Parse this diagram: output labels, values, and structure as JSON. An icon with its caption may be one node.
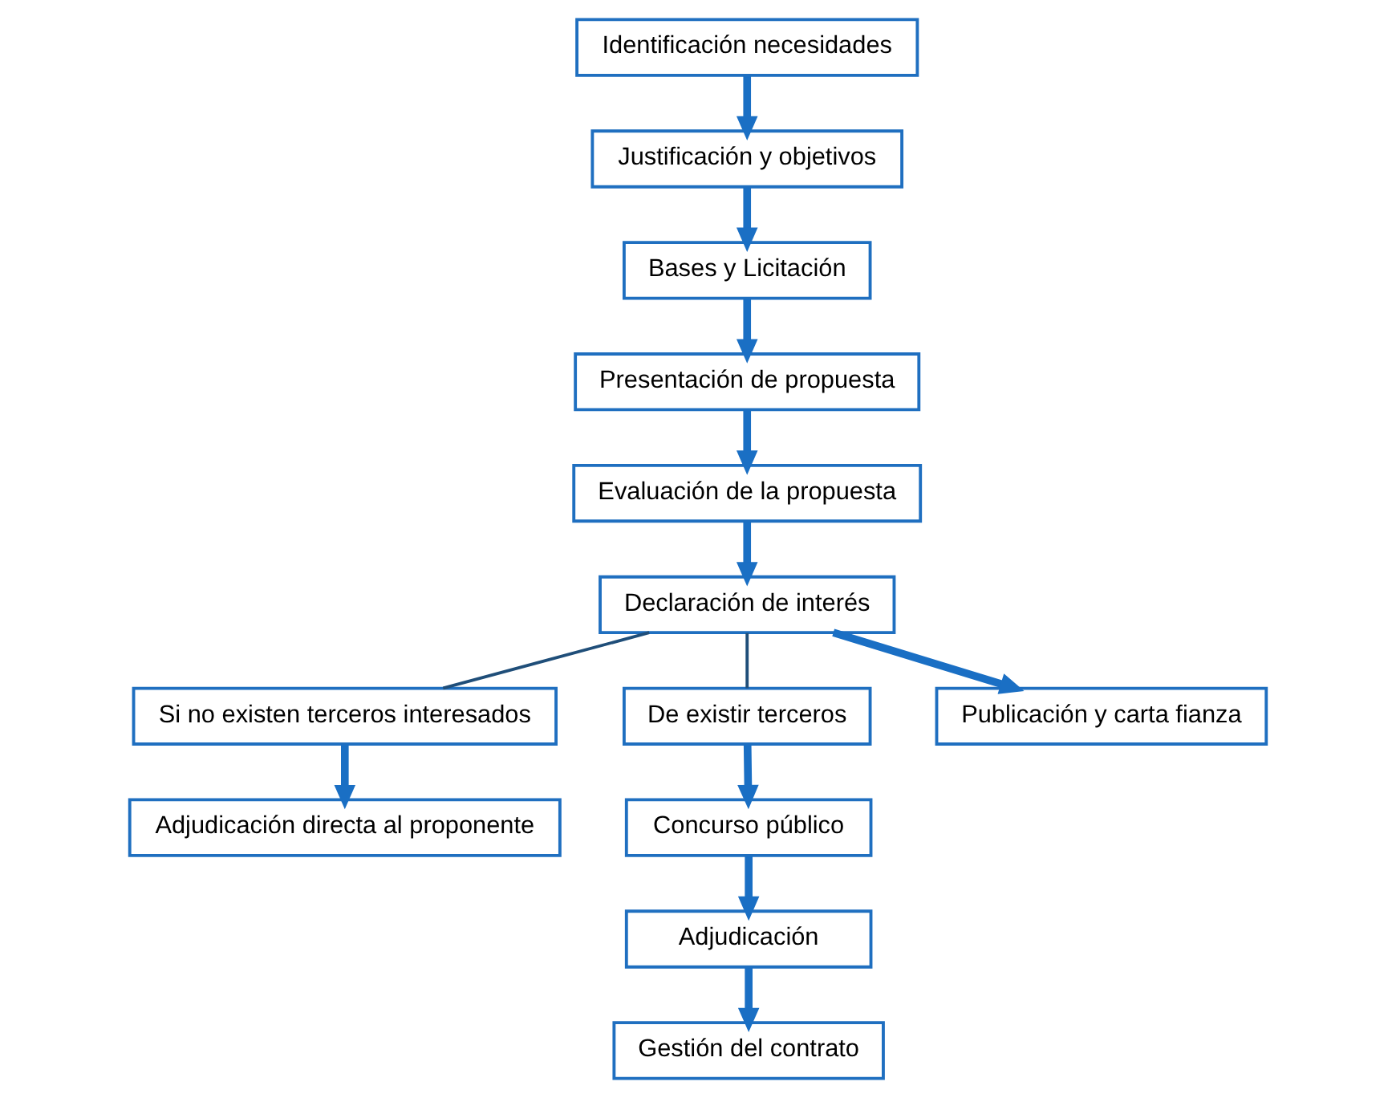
{
  "diagram": {
    "nodes": [
      {
        "text": [
          "Identificación necesidades"
        ]
      },
      {
        "text": [
          "Justificación y objetivos"
        ]
      },
      {
        "text": [
          "Bases y Licitación"
        ]
      },
      {
        "text": [
          "Presentación de propuesta"
        ]
      },
      {
        "text": [
          "Evaluación de la propuesta"
        ]
      },
      {
        "text": [
          "Declaración de interés"
        ]
      },
      {
        "text": [
          "Si no existen terceros interesados"
        ]
      },
      {
        "text": [
          "Adjudicación directa al proponente"
        ]
      },
      {
        "text": [
          "De existir terceros"
        ]
      },
      {
        "text": [
          "Concurso público"
        ]
      },
      {
        "text": [
          "Publicación y carta fianza"
        ]
      },
      {
        "text": [
          "Adjudicación"
        ]
      },
      {
        "text": [
          "Gestión del contrato"
        ]
      }
    ],
    "edges": [
      {
        "from": 0,
        "to": 1,
        "arrow": "to"
      },
      {
        "from": 1,
        "to": 2,
        "arrow": "to"
      },
      {
        "from": 2,
        "to": 3,
        "arrow": "to"
      },
      {
        "from": 3,
        "to": 4,
        "arrow": "to"
      },
      {
        "from": 4,
        "to": 5,
        "arrow": "to"
      },
      {
        "from": 5,
        "to": 6,
        "arrow": "none",
        "color": "#1f4e79"
      },
      {
        "from": 5,
        "to": 8,
        "arrow": "none",
        "color": "#1f4e79"
      },
      {
        "from": 6,
        "to": 7,
        "arrow": "to"
      },
      {
        "from": 8,
        "to": 9,
        "arrow": "to"
      },
      {
        "from": 5,
        "to": 10,
        "arrow": "to"
      },
      {
        "from": 9,
        "to": 11,
        "arrow": "to"
      },
      {
        "from": 11,
        "to": 12,
        "arrow": "to"
      }
    ]
  }
}
